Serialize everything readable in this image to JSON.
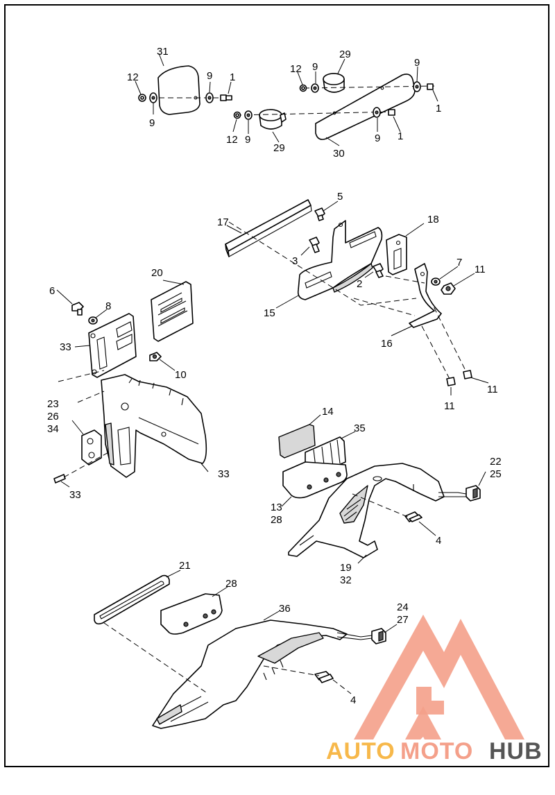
{
  "labels": {
    "l31": "31",
    "l12a": "12",
    "l9a": "9",
    "l9b": "9",
    "l1a": "1",
    "l12b": "12",
    "l9c": "9",
    "l29a": "29",
    "l9d": "9",
    "l1b": "1",
    "l12c": "12",
    "l9e": "9",
    "l29b": "29",
    "l30": "30",
    "l9f": "9",
    "l1c": "1",
    "l5": "5",
    "l17": "17",
    "l18": "18",
    "l3": "3",
    "l7": "7",
    "l11a": "11",
    "l2": "2",
    "l15": "15",
    "l16": "16",
    "l11b": "11",
    "l11c": "11",
    "l20": "20",
    "l6": "6",
    "l8": "8",
    "l33a": "33",
    "l10": "10",
    "l23": "23",
    "l26": "26",
    "l34": "34",
    "l33b": "33",
    "l33c": "33",
    "l14": "14",
    "l35": "35",
    "l22": "22",
    "l25": "25",
    "l13": "13",
    "l28a": "28",
    "l4a": "4",
    "l19": "19",
    "l32": "32",
    "l21": "21",
    "l28b": "28",
    "l36": "36",
    "l24": "24",
    "l27": "27",
    "l4b": "4"
  },
  "watermark": {
    "word_auto": "AUTO",
    "word_moto": "MOTO",
    "word_hub": "HUB",
    "color_primary": "#f4a08a",
    "color_secondary": "#f7b84a",
    "color_dark": "#555555"
  }
}
